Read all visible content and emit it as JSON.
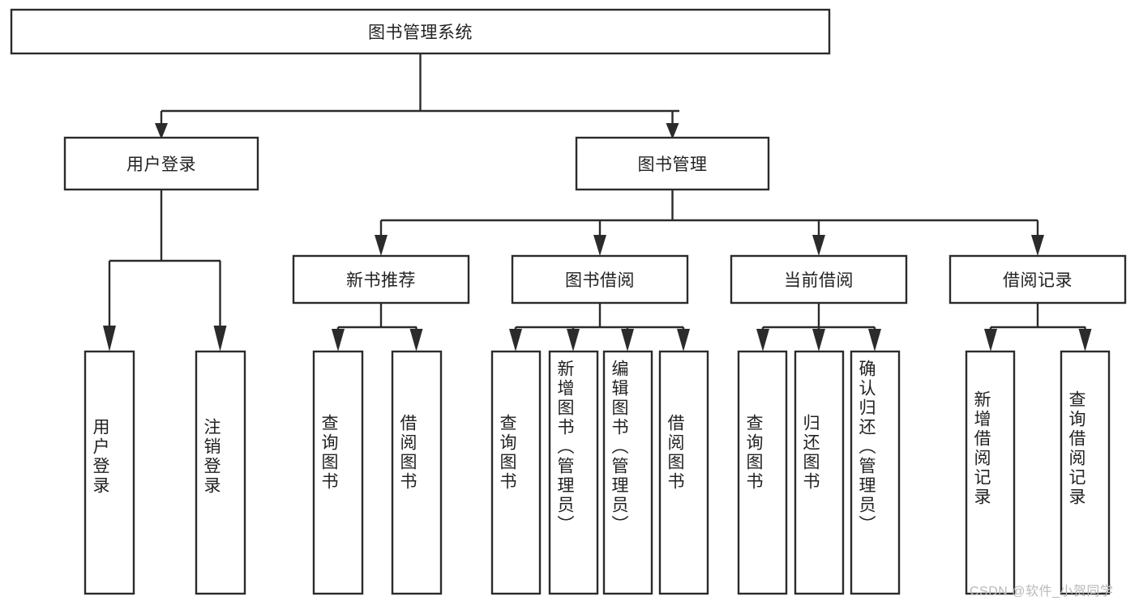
{
  "diagram": {
    "type": "tree-hierarchy-chart",
    "title": "图书管理系统",
    "orientation": "top-down",
    "colors": {
      "box_stroke": "#2b2b2b",
      "box_fill": "#ffffff",
      "text": "#222222",
      "background": "#ffffff",
      "watermark": "#b9b9b9"
    },
    "root": {
      "label": "图书管理系统"
    },
    "level2": [
      {
        "label": "用户登录"
      },
      {
        "label": "图书管理"
      }
    ],
    "level3": [
      {
        "label": "新书推荐"
      },
      {
        "label": "图书借阅"
      },
      {
        "label": "当前借阅"
      },
      {
        "label": "借阅记录"
      }
    ],
    "leaves": {
      "user_login": [
        {
          "label": "用户登录"
        },
        {
          "label": "注销登录"
        }
      ],
      "new_book_recommend": [
        {
          "label": "查询图书"
        },
        {
          "label": "借阅图书"
        }
      ],
      "book_borrow": [
        {
          "label": "查询图书"
        },
        {
          "label": "新增图书（管理员）"
        },
        {
          "label": "编辑图书（管理员）"
        },
        {
          "label": "借阅图书"
        }
      ],
      "current_borrow": [
        {
          "label": "查询图书"
        },
        {
          "label": "归还图书"
        },
        {
          "label": "确认归还（管理员）"
        }
      ],
      "borrow_record": [
        {
          "label": "新增借阅记录"
        },
        {
          "label": "查询借阅记录"
        }
      ]
    }
  },
  "watermark": {
    "text": "CSDN @软件_小贺同学"
  }
}
